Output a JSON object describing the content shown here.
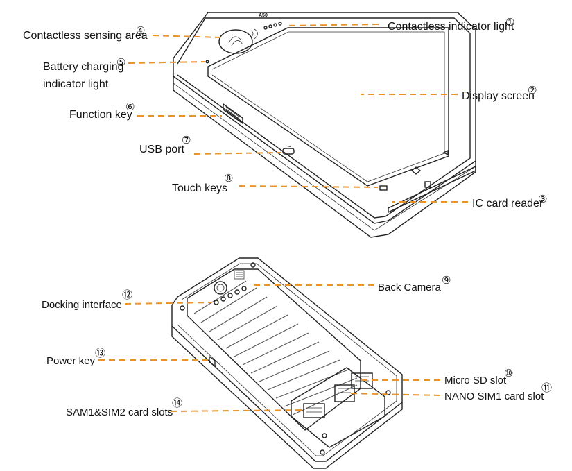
{
  "front": {
    "model": "A50",
    "labels": [
      {
        "id": "contactless-indicator-light",
        "text": "Contactless indicator light",
        "number": "①"
      },
      {
        "id": "display-screen",
        "text": "Display screen",
        "number": "②"
      },
      {
        "id": "ic-card-reader",
        "text": "IC card reader",
        "number": "③"
      },
      {
        "id": "contactless-sensing-area",
        "text": "Contactless sensing area",
        "number": "④"
      },
      {
        "id": "battery-charging-indicator-light",
        "text": "Battery charging",
        "text2": "indicator light",
        "number": "⑤"
      },
      {
        "id": "function-key",
        "text": "Function key",
        "number": "⑥"
      },
      {
        "id": "usb-port",
        "text": "USB port",
        "number": "⑦"
      },
      {
        "id": "touch-keys",
        "text": "Touch keys",
        "number": "⑧"
      }
    ]
  },
  "back": {
    "labels": [
      {
        "id": "back-camera",
        "text": "Back Camera",
        "number": "⑨"
      },
      {
        "id": "micro-sd-slot",
        "text": "Micro SD slot",
        "number": "⑩"
      },
      {
        "id": "nano-sim1-card-slot",
        "text": "NANO SIM1 card slot",
        "number": "⑪"
      },
      {
        "id": "docking-interface",
        "text": "Docking interface",
        "number": "⑫"
      },
      {
        "id": "power-key",
        "text": "Power key",
        "number": "⑬"
      },
      {
        "id": "sam1-sim2-card-slots",
        "text": "SAM1&SIM2 card slots",
        "number": "⑭"
      }
    ]
  },
  "colors": {
    "leader": "#e8922a",
    "outline": "#222222"
  }
}
